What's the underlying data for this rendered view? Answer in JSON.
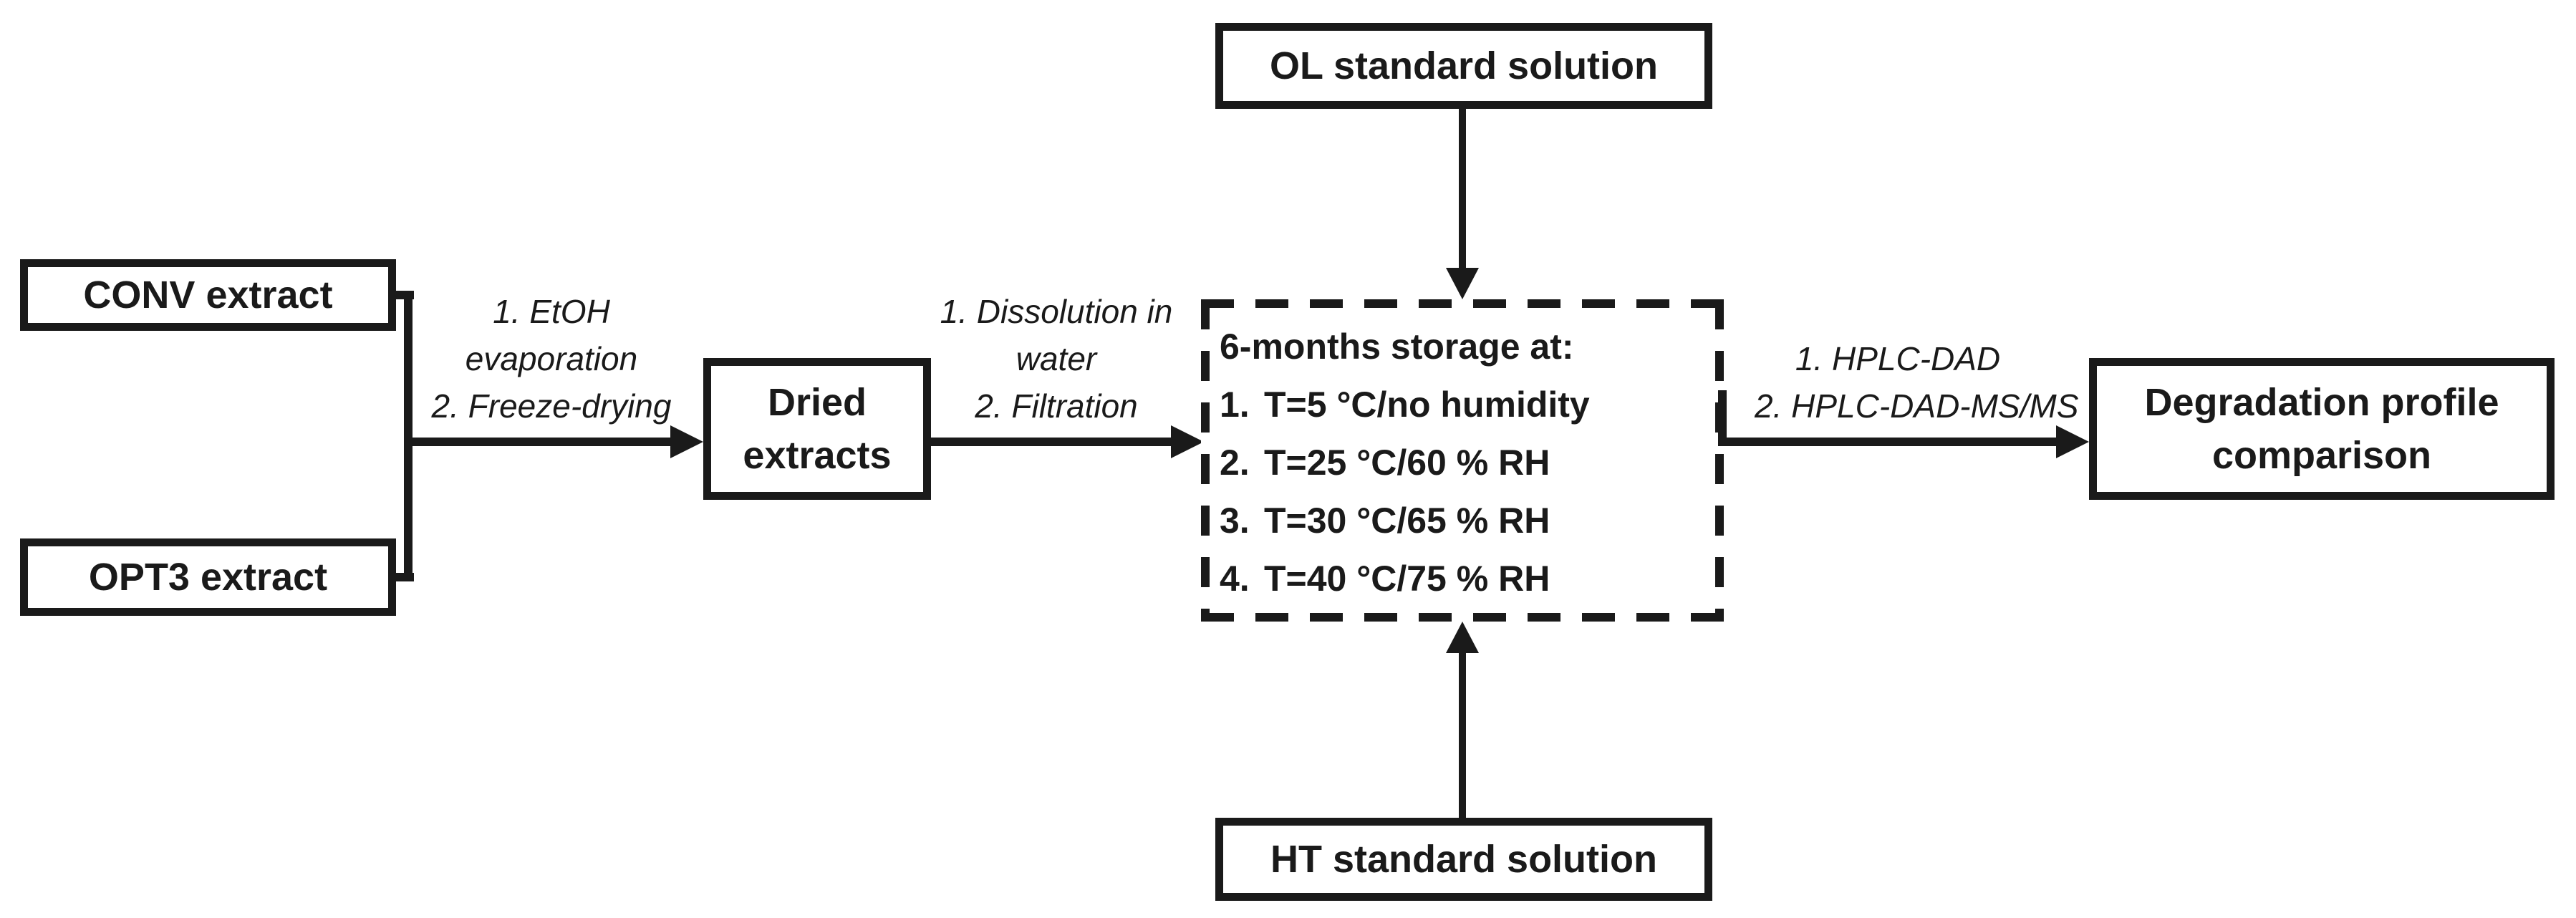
{
  "diagram": {
    "boxes": {
      "conv": "CONV extract",
      "opt3": "OPT3 extract",
      "dried": {
        "line1": "Dried",
        "line2": "extracts"
      },
      "ol": "OL standard solution",
      "ht": "HT standard solution",
      "degradation": {
        "line1": "Degradation profile",
        "line2": "comparison"
      }
    },
    "storage": {
      "title": "6-months storage at:",
      "items": [
        {
          "num": "1.",
          "text": "T=5 °C/no humidity"
        },
        {
          "num": "2.",
          "text": "T=25 °C/60 % RH"
        },
        {
          "num": "3.",
          "text": "T=30 °C/65 % RH"
        },
        {
          "num": "4.",
          "text": "T=40 °C/75 % RH"
        }
      ]
    },
    "labels": {
      "evaporation": {
        "line1": "1. EtOH",
        "line2": "evaporation",
        "line3": "2. Freeze-drying"
      },
      "dissolution": {
        "line1": "1. Dissolution in",
        "line2": "water",
        "line3": "2. Filtration"
      },
      "hplc": {
        "line1": "1. HPLC-DAD",
        "line2": "2. HPLC-DAD-MS/MS"
      }
    },
    "colors": {
      "stroke": "#1a1a1a",
      "background": "#ffffff",
      "text": "#1a1a1a"
    }
  }
}
